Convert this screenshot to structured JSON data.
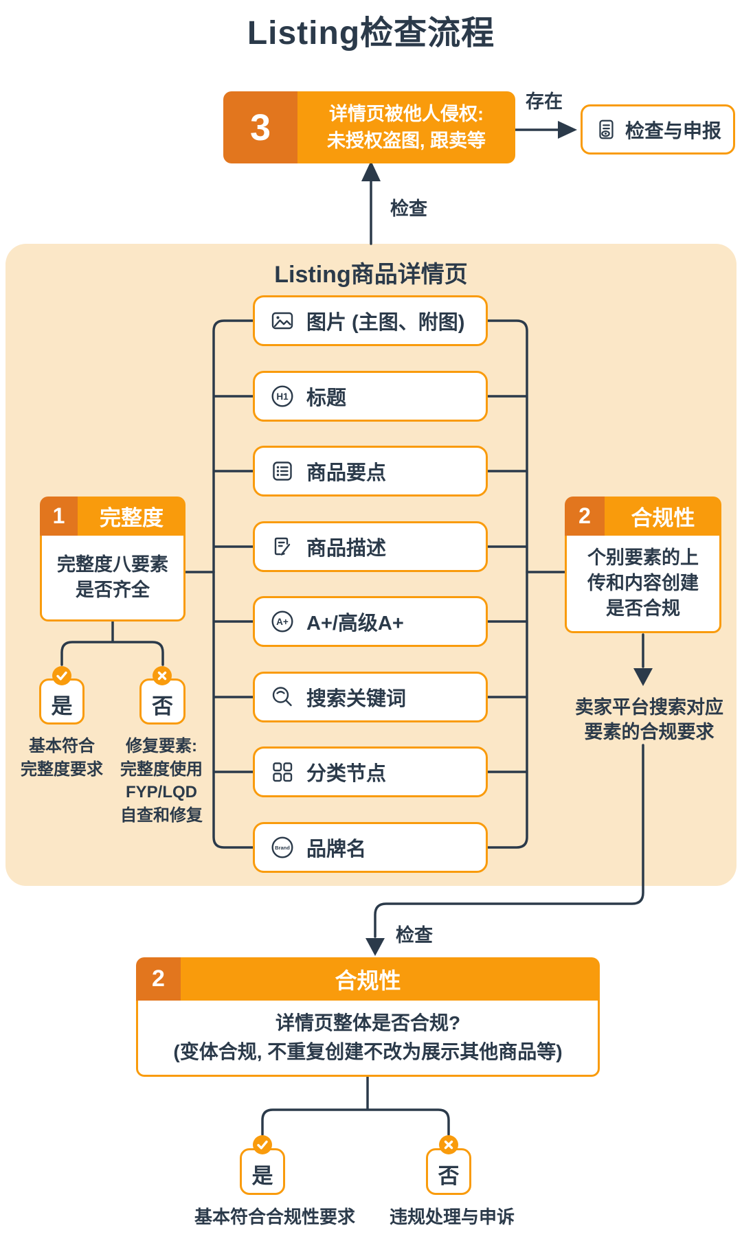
{
  "colors": {
    "orange": "#F99B0C",
    "orange_dark": "#E2761E",
    "beige": "#FBE7C7",
    "navy": "#2B3A4A"
  },
  "title": "Listing检查流程",
  "step3": {
    "number": "3",
    "text": "详情页被他人侵权:\n未授权盗图, 跟卖等",
    "exists_label": "存在",
    "report_label": "检查与申报",
    "check_label": "检查"
  },
  "detail_page": {
    "title": "Listing商品详情页",
    "items": [
      {
        "icon": "image-icon",
        "label": "图片 (主图、附图)"
      },
      {
        "icon": "heading-icon",
        "icon_text": "H1",
        "label": "标题"
      },
      {
        "icon": "bullet-list-icon",
        "label": "商品要点"
      },
      {
        "icon": "description-icon",
        "label": "商品描述"
      },
      {
        "icon": "a-plus-icon",
        "icon_text": "A+",
        "label": "A+/高级A+"
      },
      {
        "icon": "search-icon",
        "label": "搜索关键词"
      },
      {
        "icon": "category-icon",
        "label": "分类节点"
      },
      {
        "icon": "brand-icon",
        "icon_text": "Brand",
        "label": "品牌名"
      }
    ]
  },
  "step1": {
    "number": "1",
    "title": "完整度",
    "question": "完整度八要素\n是否齐全",
    "yes_label": "是",
    "no_label": "否",
    "yes_note": "基本符合\n完整度要求",
    "no_note": "修复要素:\n完整度使用\nFYP/LQD\n自查和修复"
  },
  "step2_side": {
    "number": "2",
    "title": "合规性",
    "question": "个别要素的上\n传和内容创建\n是否合规",
    "note": "卖家平台搜索对应\n要素的合规要求"
  },
  "step2_main": {
    "number": "2",
    "title": "合规性",
    "check_label": "检查",
    "question": "详情页整体是否合规?\n(变体合规, 不重复创建不改为展示其他商品等)",
    "yes_label": "是",
    "no_label": "否",
    "yes_note": "基本符合合规性要求",
    "no_note": "违规处理与申诉"
  }
}
